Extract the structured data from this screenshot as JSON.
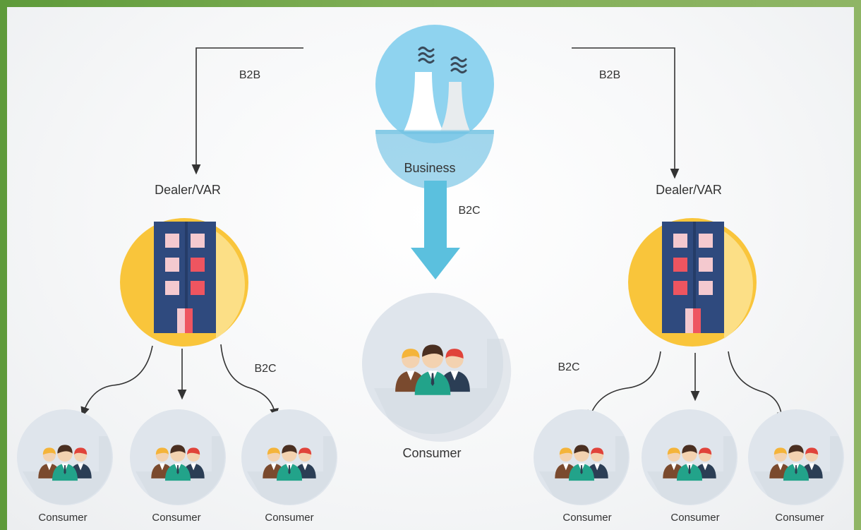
{
  "diagram": {
    "business_label": "Business",
    "dealer_left_label": "Dealer/VAR",
    "dealer_right_label": "Dealer/VAR",
    "center_consumer_label": "Consumer",
    "edge_b2b_left": "B2B",
    "edge_b2b_right": "B2B",
    "edge_b2c_center": "B2C",
    "edge_b2c_left": "B2C",
    "edge_b2c_right": "B2C",
    "consumers_left": [
      "Consumer",
      "Consumer",
      "Consumer"
    ],
    "consumers_right": [
      "Consumer",
      "Consumer",
      "Consumer"
    ]
  },
  "colors": {
    "sky": "#8fd3ef",
    "sky_ring": "#bde7f7",
    "arrow": "#5bc0de",
    "gold": "#f9c53b",
    "gold_light": "#fde59a",
    "building": "#2f4a7e",
    "consumer_bg": "#dde3ea"
  },
  "icons": [
    "factory-icon",
    "office-building-icon",
    "people-group-icon"
  ]
}
